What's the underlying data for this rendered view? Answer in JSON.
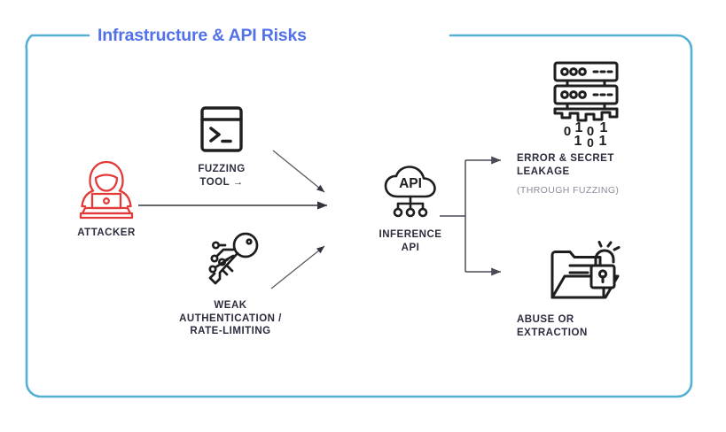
{
  "diagram": {
    "title": "Infrastructure & API Risks",
    "title_color": "#5271E8",
    "frame_color": "#56AFD4",
    "label_color": "#2B2D3E",
    "sublabel_color": "#8A8D9A",
    "attacker_color": "#E23B3B",
    "icon_color": "#1E1E1E",
    "connector_color": "#4A4A55"
  },
  "nodes": {
    "attacker": {
      "label": "ATTACKER",
      "icon": "hacker-laptop-icon"
    },
    "fuzzing_tool": {
      "label": "FUZZING\nTOOL →",
      "icon": "terminal-window-icon"
    },
    "weak_auth": {
      "label": "WEAK\nAUTHENTICATION /\nRATE-LIMITING",
      "icon": "circuit-key-icon"
    },
    "inference_api": {
      "label": "INFERENCE\nAPI",
      "icon": "cloud-api-icon",
      "icon_text": "API"
    },
    "error_leakage": {
      "label": "ERROR & SECRET\nLEAKAGE",
      "sublabel": "(THROUGH FUZZING)",
      "icon": "server-rack-binary-leak-icon",
      "binary_row_1": [
        "0",
        "1",
        "0",
        "1"
      ],
      "binary_row_2": [
        "1",
        "0",
        "1"
      ]
    },
    "abuse_extraction": {
      "label": "ABUSE OR\nEXTRACTION",
      "icon": "open-folder-broken-lock-icon"
    }
  },
  "connections": [
    {
      "name": "attacker-to-inference-api",
      "from": "attacker",
      "to": "inference_api",
      "style": "solid-arrow"
    },
    {
      "name": "fuzzing-to-inference-api",
      "from": "fuzzing_tool",
      "to": "inference_api",
      "style": "thin-arrow"
    },
    {
      "name": "weakauth-to-inference-api",
      "from": "weak_auth",
      "to": "inference_api",
      "style": "thin-arrow"
    },
    {
      "name": "inference-api-to-error",
      "from": "inference_api",
      "to": "error_leakage",
      "style": "bracket-arrow"
    },
    {
      "name": "inference-api-to-abuse",
      "from": "inference_api",
      "to": "abuse_extraction",
      "style": "bracket-arrow"
    }
  ]
}
